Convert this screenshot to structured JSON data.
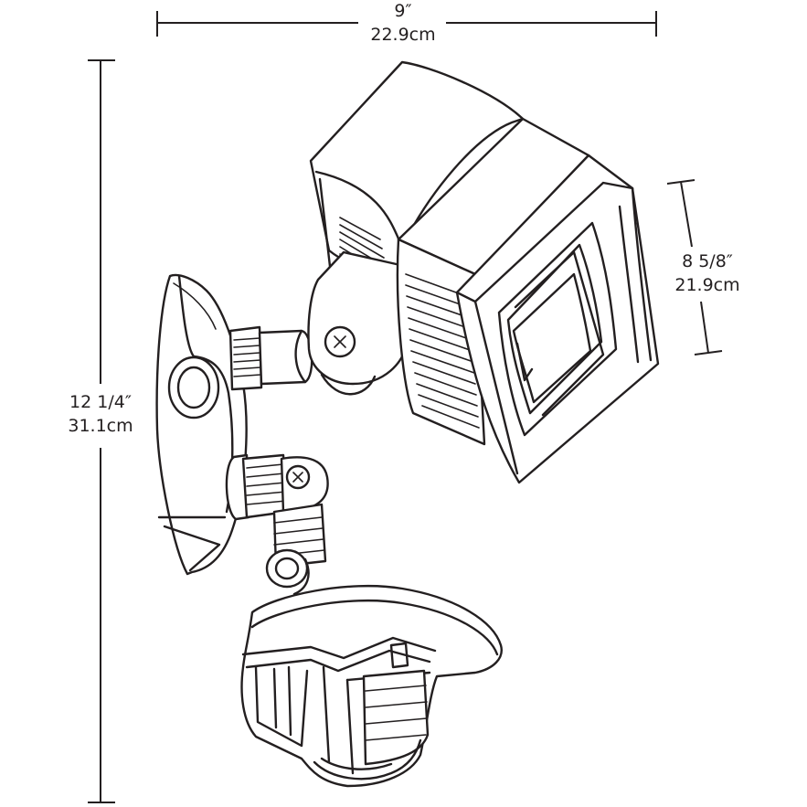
{
  "dimensions": {
    "width": {
      "imperial": "9″",
      "metric": "22.9cm"
    },
    "height": {
      "imperial": "12 1/4″",
      "metric": "31.1cm"
    },
    "head_depth": {
      "imperial": "8 5/8″",
      "metric": "21.9cm"
    }
  },
  "colors": {
    "ink": "#231f20",
    "background": "#ffffff"
  }
}
